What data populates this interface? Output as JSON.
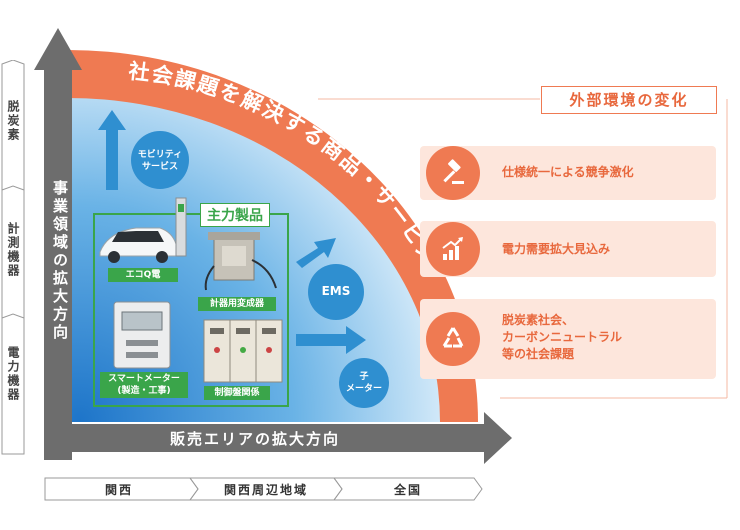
{
  "axes": {
    "vertical_label": "事業領域の拡大方向",
    "horizontal_label": "販売エリアの拡大方向"
  },
  "side_categories": [
    "脱炭素",
    "計測機器",
    "電力機器"
  ],
  "regions": [
    "関西",
    "関西周辺地域",
    "全国"
  ],
  "arc_label": "社会課題を解決する商品・サービス",
  "main_products": {
    "title": "主力製品",
    "items": [
      "エコQ電",
      "計器用変成器",
      "スマートメーター\n(製造・工事)",
      "制御盤関係"
    ]
  },
  "services": {
    "mobility": "モビリティ\nサービス",
    "ems": "EMS",
    "child_meter": "子\nメーター"
  },
  "external": {
    "title": "外部環境の変化",
    "items": [
      {
        "icon": "gavel-icon",
        "text": "仕様統一による競争激化"
      },
      {
        "icon": "growth-chart-icon",
        "text": "電力需要拡大見込み"
      },
      {
        "icon": "recycle-icon",
        "text": "脱炭素社会、\nカーボンニュートラル\n等の社会課題"
      }
    ]
  },
  "colors": {
    "accent": "#ef7a52",
    "blue": "#2f8fd0",
    "green": "#3aa54a",
    "axis": "#6d6d6d"
  }
}
